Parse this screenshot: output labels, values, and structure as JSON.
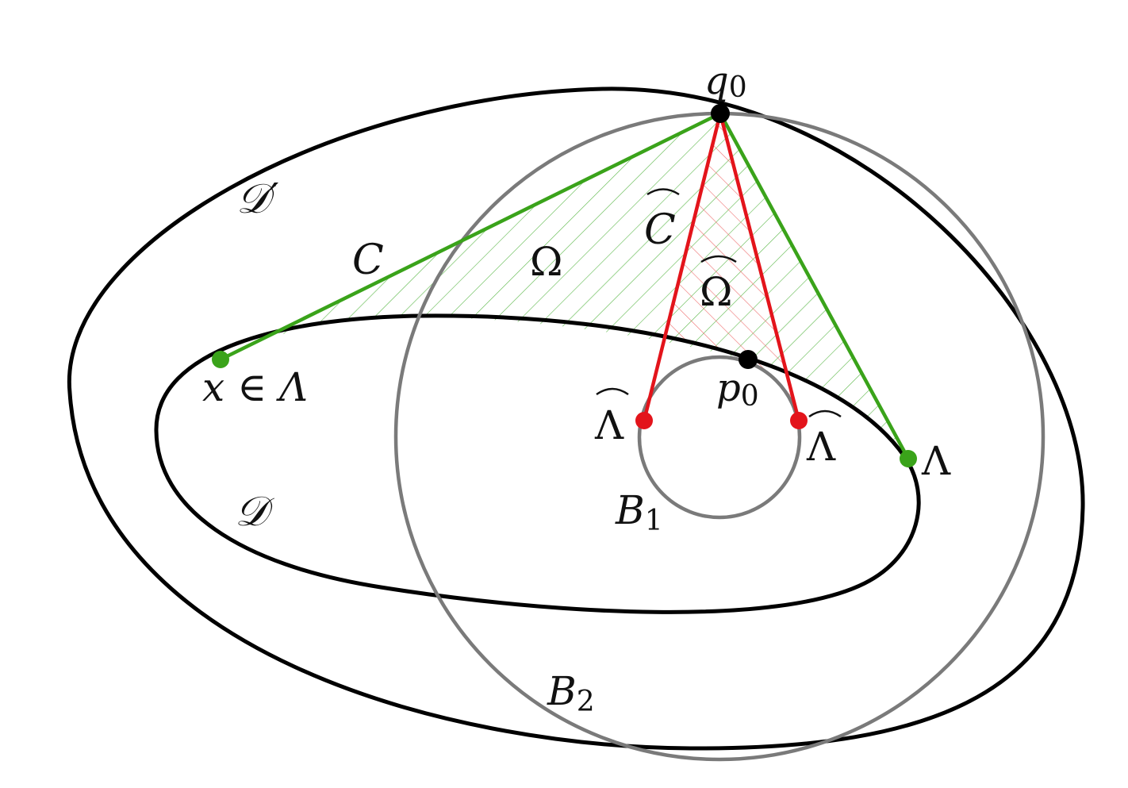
{
  "labels": {
    "q0": "q",
    "q0_sub": "0",
    "p0": "p",
    "p0_sub": "0",
    "d_prime": "𝒟′",
    "d": "𝒟",
    "c": "C",
    "c_hat": "C",
    "omega": "Ω",
    "omega_hat": "Ω",
    "x_in_lambda": "x ∈ Λ",
    "lambda_right": "Λ",
    "lambda_hat_left": "Λ",
    "lambda_hat_right": "Λ",
    "b1": "B",
    "b1_sub": "1",
    "b2": "B",
    "b2_sub": "2"
  },
  "colors": {
    "outline": "#000000",
    "ball": "#7a7a7a",
    "green": "#3aa31a",
    "red": "#e3141b",
    "green_hatch": "#5cb84a",
    "red_hatch": "#ee6f6f"
  }
}
